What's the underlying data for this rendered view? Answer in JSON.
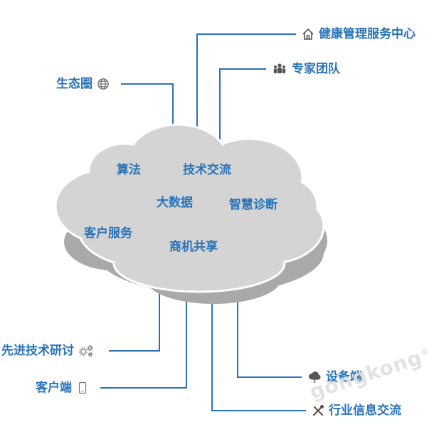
{
  "labels": {
    "health_center": "健康管理服务中心",
    "expert_team": "专家团队",
    "ecosystem": "生态圈",
    "advanced_research": "先进技术研讨",
    "client_end": "客户端",
    "device_end": "设备端",
    "industry_exchange": "行业信息交流"
  },
  "cloud": {
    "algorithm": "算法",
    "tech_exchange": "技术交流",
    "big_data": "大数据",
    "smart_diagnosis": "智慧诊断",
    "customer_service": "客户服务",
    "business_sharing": "商机共享"
  },
  "watermark": "gongkong",
  "colors": {
    "accent": "#2a73b8",
    "cloud_fill": "#d4d4d4",
    "cloud_stroke": "#ffffff",
    "shadow": "#a9a9a9"
  },
  "icons": [
    "home-icon",
    "team-icon",
    "globe-icon",
    "gears-icon",
    "phone-icon",
    "cloud-device-icon",
    "tools-icon"
  ]
}
